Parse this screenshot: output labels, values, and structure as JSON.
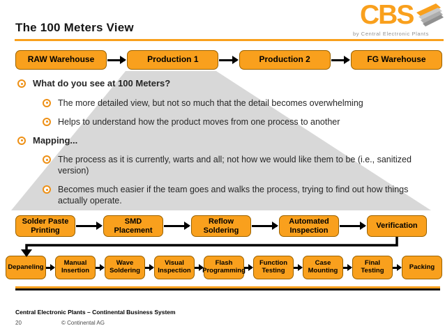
{
  "slide": {
    "title": "The 100 Meters View",
    "footer": "Central Electronic Plants – Continental Business System",
    "page_number": "20",
    "copyright": "© Continental AG"
  },
  "logo": {
    "text": "CBS",
    "tagline": "by Central Electronic Plants"
  },
  "colors": {
    "accent_orange": "#F9A01D",
    "box_border": "#9A6200",
    "watermark_gray": "#D8D8D8"
  },
  "bullets": [
    {
      "level": 1,
      "text": "What do you see at 100 Meters?"
    },
    {
      "level": 2,
      "text": "The more detailed view, but not so much that the detail becomes overwhelming"
    },
    {
      "level": 2,
      "text": "Helps to understand how the product moves from one process to another"
    },
    {
      "level": 1,
      "text": "Mapping..."
    },
    {
      "level": 2,
      "text": "The process as it is currently, warts and all; not how we would like them to be (i.e., sanitized version)"
    },
    {
      "level": 2,
      "text": "Becomes much easier if the team goes and walks the process, trying to find out how things actually operate."
    }
  ],
  "flows": {
    "top": [
      "RAW Warehouse",
      "Production 1",
      "Production 2",
      "FG Warehouse"
    ],
    "middle": [
      "Solder Paste Printing",
      "SMD Placement",
      "Reflow Soldering",
      "Automated Inspection",
      "Verification"
    ],
    "bottom": [
      "Depaneling",
      "Manual Insertion",
      "Wave Soldering",
      "Visual Inspection",
      "Flash Programming",
      "Function Testing",
      "Case Mounting",
      "Final Testing",
      "Packing"
    ]
  }
}
